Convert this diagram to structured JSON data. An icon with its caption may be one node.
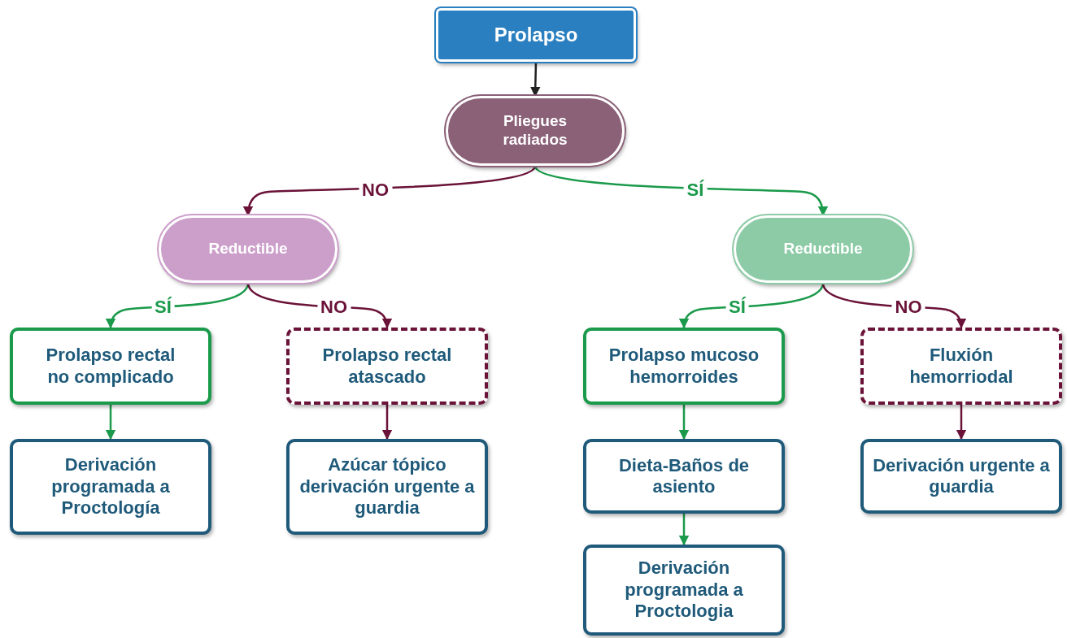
{
  "diagram": {
    "nodes": [
      {
        "text": [
          "Prolapso"
        ]
      },
      {
        "text": [
          "Pliegues radiados"
        ]
      },
      {
        "text": [
          "Reductible"
        ]
      },
      {
        "text": [
          "Reductible"
        ]
      },
      {
        "text": [
          "Prolapso rectal no complicado"
        ]
      },
      {
        "text": [
          "Prolapso rectal atascado"
        ]
      },
      {
        "text": [
          "Prolapso mucoso hemorroides"
        ]
      },
      {
        "text": [
          "Fluxión hemorriodal"
        ]
      },
      {
        "text": [
          "Derivación programada a Proctología"
        ]
      },
      {
        "text": [
          "Azúcar tópico derivación urgente a guardia"
        ]
      },
      {
        "text": [
          "Dieta-Baños de asiento"
        ]
      },
      {
        "text": [
          "Derivación urgente a guardia"
        ]
      },
      {
        "text": [
          "Derivación programada a Proctologia"
        ]
      }
    ],
    "edges": [
      {
        "from": 0,
        "to": 1,
        "arrow": "to",
        "color": "#222222"
      },
      {
        "from": 1,
        "to": 2,
        "arrow": "to",
        "label": "NO",
        "color": "#6a1238"
      },
      {
        "from": 1,
        "to": 3,
        "arrow": "to",
        "label": "SÍ",
        "color": "#1a9a4a"
      },
      {
        "from": 2,
        "to": 4,
        "arrow": "to",
        "label": "SÍ",
        "color": "#1a9a4a"
      },
      {
        "from": 2,
        "to": 5,
        "arrow": "to",
        "label": "NO",
        "color": "#6a1238"
      },
      {
        "from": 3,
        "to": 6,
        "arrow": "to",
        "label": "SÍ",
        "color": "#1a9a4a"
      },
      {
        "from": 3,
        "to": 7,
        "arrow": "to",
        "label": "NO",
        "color": "#6a1238"
      },
      {
        "from": 4,
        "to": 8,
        "arrow": "to",
        "color": "#1a9a4a"
      },
      {
        "from": 5,
        "to": 9,
        "arrow": "to",
        "color": "#6a1238"
      },
      {
        "from": 6,
        "to": 10,
        "arrow": "to",
        "color": "#1a9a4a"
      },
      {
        "from": 7,
        "to": 11,
        "arrow": "to",
        "color": "#6a1238"
      },
      {
        "from": 10,
        "to": 12,
        "arrow": "to",
        "color": "#1a9a4a"
      }
    ]
  }
}
